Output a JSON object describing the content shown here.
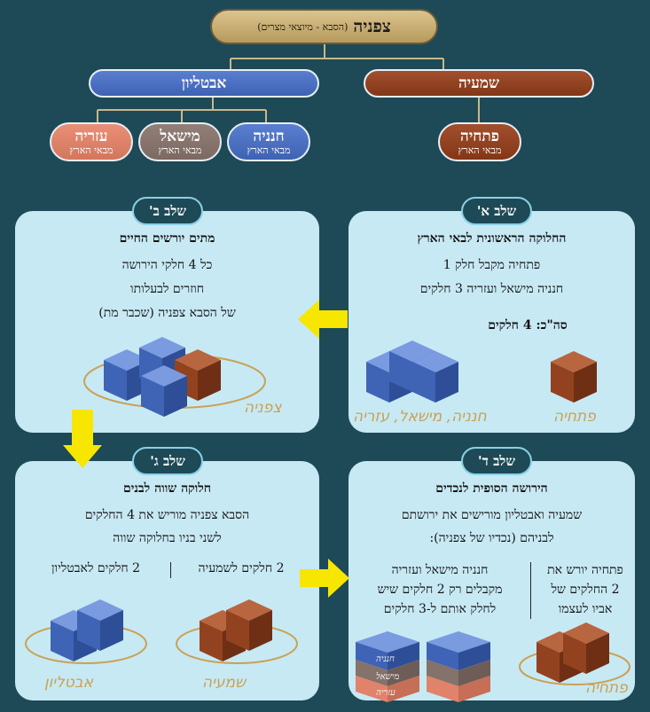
{
  "tree": {
    "root": {
      "name": "צפניה",
      "note": "(הסבא - מיוצאי מצרים)"
    },
    "sons": {
      "left": "אבטליון",
      "right": "שמעיה"
    },
    "grandchildren": [
      {
        "name": "עזריה",
        "note": "מבאי הארץ",
        "color": "#e0836a"
      },
      {
        "name": "מישאל",
        "note": "מבאי הארץ",
        "color": "#85726b"
      },
      {
        "name": "חנניה",
        "note": "מבאי הארץ",
        "color": "#4f73c4"
      },
      {
        "name": "פתחיה",
        "note": "מבאי הארץ",
        "color": "#95431f"
      }
    ]
  },
  "stages": {
    "a": {
      "tag": "שלב א'",
      "title": "החלוקה הראשונית לבאי הארץ",
      "lines": [
        "פתחיה מקבל חלק 1",
        "חנניה מישאל ועזריה 3 חלקים"
      ],
      "total": "סה\"כ: 4 חלקים",
      "label_right": "פתחיה",
      "label_left": "חנניה, מישאל, עזריה"
    },
    "b": {
      "tag": "שלב ב'",
      "title": "מתים יורשים החיים",
      "lines": [
        "כל 4 חלקי הירושה",
        "חוזרים לבעלותו",
        "של הסבא צפניה (שכבר מת)"
      ],
      "label": "צפניה"
    },
    "c": {
      "tag": "שלב ג'",
      "title": "חלוקה שווה לבנים",
      "lines": [
        "הסבא צפניה מוריש את 4 החלקים",
        "לשני בניו בחלוקה שווה"
      ],
      "split_right": "2 חלקים לשמעיה",
      "split_left": "2 חלקים לאבטליון",
      "label_right": "שמעיה",
      "label_left": "אבטליון"
    },
    "d": {
      "tag": "שלב ד'",
      "title": "הירושה הסופית לנכדים",
      "lines": [
        "שמעיה ואבטליון מורישים את ירושתם",
        "לבניהם (נכדיו של צפניה):"
      ],
      "col_right": [
        "פתחיה יורש את",
        "2 החלקים של",
        "אביו לעצמו"
      ],
      "col_left": [
        "חנניה מישאל ועזריה",
        "מקבלים רק 2 חלקים שיש",
        "לחלק אותם ל-3 חלקים"
      ],
      "label_right": "פתחיה",
      "stack_labels": [
        "חנניה",
        "מישאל",
        "עזריה"
      ]
    }
  },
  "colors": {
    "background": "#1d4a56",
    "panel": "#c7e9f4",
    "blue": "#4f73c4",
    "brown": "#95431f",
    "gold": "#c9a253",
    "arrow": "#f7e600"
  }
}
